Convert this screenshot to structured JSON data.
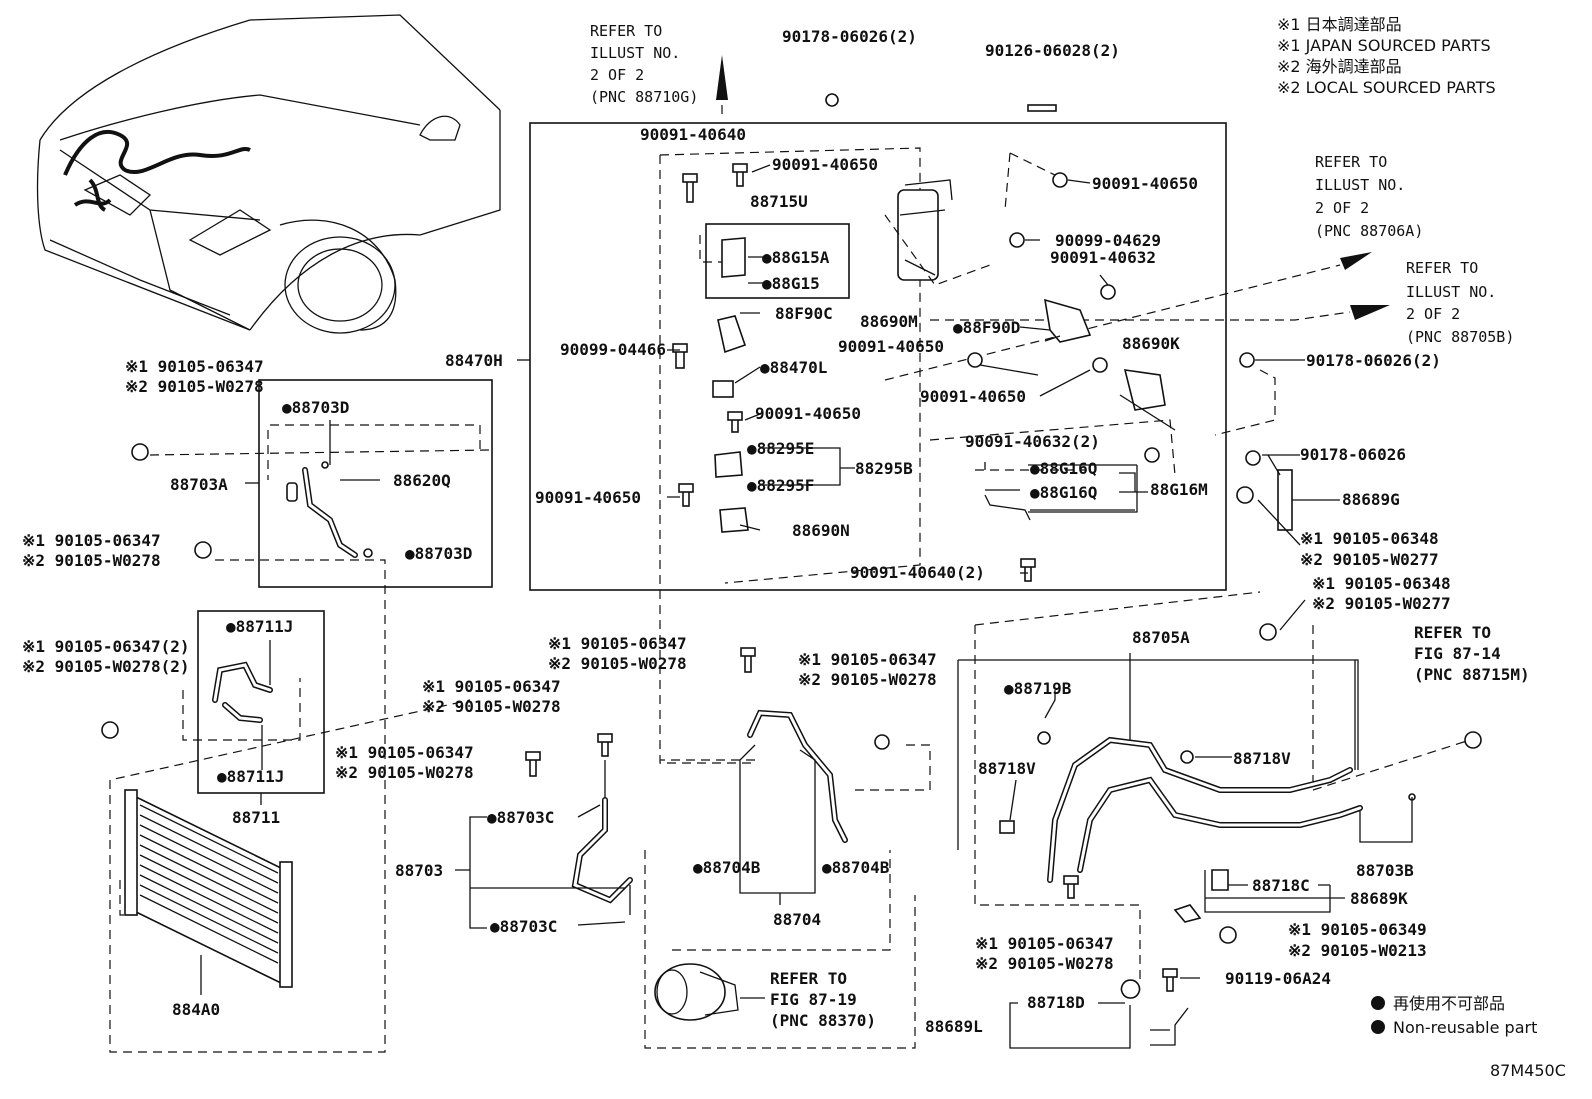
{
  "legend": {
    "jp1": "※1 日本調達部品",
    "en1": "※1 JAPAN SOURCED PARTS",
    "jp2": "※2 海外調達部品",
    "en2": "※2 LOCAL SOURCED PARTS"
  },
  "footer": {
    "nonreusable_jp": "再使用不可部品",
    "nonreusable_en": "Non-reusable part",
    "illustration_id": "87M450C"
  },
  "labels": [
    {
      "id": "ref-88710g-1",
      "text": "REFER TO"
    },
    {
      "id": "ref-88710g-2",
      "text": "ILLUST NO."
    },
    {
      "id": "ref-88710g-3",
      "text": "2 OF 2"
    },
    {
      "id": "ref-88710g-4",
      "text": "(PNC 88710G)"
    },
    {
      "id": "p-90178-06026-2a",
      "text": "90178-06026(2)"
    },
    {
      "id": "p-90126-06028-2",
      "text": "90126-06028(2)"
    },
    {
      "id": "p-90091-40640",
      "text": "90091-40640"
    },
    {
      "id": "p-90091-40650-a",
      "text": "90091-40650"
    },
    {
      "id": "p-88715u",
      "text": "88715U"
    },
    {
      "id": "p-88g15a",
      "text": "●88G15A"
    },
    {
      "id": "p-88g15",
      "text": "●88G15"
    },
    {
      "id": "p-88f90c",
      "text": "88F90C"
    },
    {
      "id": "p-88470h",
      "text": "88470H"
    },
    {
      "id": "p-90099-04466",
      "text": "90099-04466"
    },
    {
      "id": "p-88470l",
      "text": "●88470L"
    },
    {
      "id": "p-90091-40650-b",
      "text": "90091-40650"
    },
    {
      "id": "p-88295e",
      "text": "●88295E"
    },
    {
      "id": "p-88295b",
      "text": "88295B"
    },
    {
      "id": "p-88295f",
      "text": "●88295F"
    },
    {
      "id": "p-90091-40650-c",
      "text": "90091-40650"
    },
    {
      "id": "p-88690n",
      "text": "88690N"
    },
    {
      "id": "p-90091-40650-d",
      "text": "90091-40650"
    },
    {
      "id": "p-90099-04629",
      "text": "90099-04629"
    },
    {
      "id": "p-90091-40632",
      "text": "90091-40632"
    },
    {
      "id": "p-88690m",
      "text": "88690M"
    },
    {
      "id": "p-88f90d",
      "text": "●88F90D"
    },
    {
      "id": "p-90091-40650-e",
      "text": "90091-40650"
    },
    {
      "id": "p-88690k",
      "text": "88690K"
    },
    {
      "id": "p-90091-40650-f",
      "text": "90091-40650"
    },
    {
      "id": "p-90091-40632-2",
      "text": "90091-40632(2)"
    },
    {
      "id": "p-88g16q-a",
      "text": "●88G16Q"
    },
    {
      "id": "p-88g16q-b",
      "text": "●88G16Q"
    },
    {
      "id": "p-88g16m",
      "text": "88G16M"
    },
    {
      "id": "p-90091-40640-2",
      "text": "90091-40640(2)"
    },
    {
      "id": "ref-88706a-1",
      "text": "REFER TO"
    },
    {
      "id": "ref-88706a-2",
      "text": "ILLUST NO."
    },
    {
      "id": "ref-88706a-3",
      "text": "2 OF 2"
    },
    {
      "id": "ref-88706a-4",
      "text": "(PNC 88706A)"
    },
    {
      "id": "ref-88705b-1",
      "text": "REFER TO"
    },
    {
      "id": "ref-88705b-2",
      "text": "ILLUST NO."
    },
    {
      "id": "ref-88705b-3",
      "text": "2 OF 2"
    },
    {
      "id": "ref-88705b-4",
      "text": "(PNC 88705B)"
    },
    {
      "id": "p-90178-06026-2b",
      "text": "90178-06026(2)"
    },
    {
      "id": "p-90178-06026",
      "text": "90178-06026"
    },
    {
      "id": "p-88689g",
      "text": "88689G"
    },
    {
      "id": "p-r-06348-a1",
      "text": "※1 90105-06348"
    },
    {
      "id": "p-r-w0277-a2",
      "text": "※2 90105-W0277"
    },
    {
      "id": "p-r-06348-b1",
      "text": "※1 90105-06348"
    },
    {
      "id": "p-r-w0277-b2",
      "text": "※2 90105-W0277"
    },
    {
      "id": "p-l-06347-a1",
      "text": "※1 90105-06347"
    },
    {
      "id": "p-l-w0278-a2",
      "text": "※2 90105-W0278"
    },
    {
      "id": "p-88703d-a",
      "text": "●88703D"
    },
    {
      "id": "p-88703a",
      "text": "88703A"
    },
    {
      "id": "p-88620q",
      "text": "88620Q"
    },
    {
      "id": "p-l-06347-b1",
      "text": "※1 90105-06347"
    },
    {
      "id": "p-l-w0278-b2",
      "text": "※2 90105-W0278"
    },
    {
      "id": "p-88703d-b",
      "text": "●88703D"
    },
    {
      "id": "p-l-06347-c1",
      "text": "※1 90105-06347(2)"
    },
    {
      "id": "p-l-w0278-c2",
      "text": "※2 90105-W0278(2)"
    },
    {
      "id": "p-88711j-a",
      "text": "●88711J"
    },
    {
      "id": "p-88711j-b",
      "text": "●88711J"
    },
    {
      "id": "p-88711",
      "text": "88711"
    },
    {
      "id": "p-884a0",
      "text": "884A0"
    },
    {
      "id": "p-m-06347-d1",
      "text": "※1 90105-06347"
    },
    {
      "id": "p-m-w0278-d2",
      "text": "※2 90105-W0278"
    },
    {
      "id": "p-m-06347-e1",
      "text": "※1 90105-06347"
    },
    {
      "id": "p-m-w0278-e2",
      "text": "※2 90105-W0278"
    },
    {
      "id": "p-m-06347-f1",
      "text": "※1 90105-06347"
    },
    {
      "id": "p-m-w0278-f2",
      "text": "※2 90105-W0278"
    },
    {
      "id": "p-m-06347-g1",
      "text": "※1 90105-06347"
    },
    {
      "id": "p-m-w0278-g2",
      "text": "※2 90105-W0278"
    },
    {
      "id": "p-88703c-a",
      "text": "●88703C"
    },
    {
      "id": "p-88703",
      "text": "88703"
    },
    {
      "id": "p-88703c-b",
      "text": "●88703C"
    },
    {
      "id": "p-88704b-a",
      "text": "●88704B"
    },
    {
      "id": "p-88704b-b",
      "text": "●88704B"
    },
    {
      "id": "p-88704",
      "text": "88704"
    },
    {
      "id": "ref-88370-1",
      "text": "REFER TO"
    },
    {
      "id": "ref-88370-2",
      "text": "FIG 87-19"
    },
    {
      "id": "ref-88370-3",
      "text": "(PNC 88370)"
    },
    {
      "id": "p-88705a",
      "text": "88705A"
    },
    {
      "id": "ref-88715m-1",
      "text": "REFER TO"
    },
    {
      "id": "ref-88715m-2",
      "text": "FIG 87-14"
    },
    {
      "id": "ref-88715m-3",
      "text": "(PNC 88715M)"
    },
    {
      "id": "p-88719b",
      "text": "●88719B"
    },
    {
      "id": "p-88718v-a",
      "text": "88718V"
    },
    {
      "id": "p-88718v-b",
      "text": "88718V"
    },
    {
      "id": "p-88703b",
      "text": "88703B"
    },
    {
      "id": "p-88718c",
      "text": "88718C"
    },
    {
      "id": "p-88689k",
      "text": "88689K"
    },
    {
      "id": "p-r-06349-1",
      "text": "※1 90105-06349"
    },
    {
      "id": "p-r-w0213-2",
      "text": "※2 90105-W0213"
    },
    {
      "id": "p-b-06347-1",
      "text": "※1 90105-06347"
    },
    {
      "id": "p-b-w0278-2",
      "text": "※2 90105-W0278"
    },
    {
      "id": "p-90119-06a24",
      "text": "90119-06A24"
    },
    {
      "id": "p-88718d",
      "text": "88718D"
    },
    {
      "id": "p-88689l",
      "text": "88689L"
    }
  ]
}
